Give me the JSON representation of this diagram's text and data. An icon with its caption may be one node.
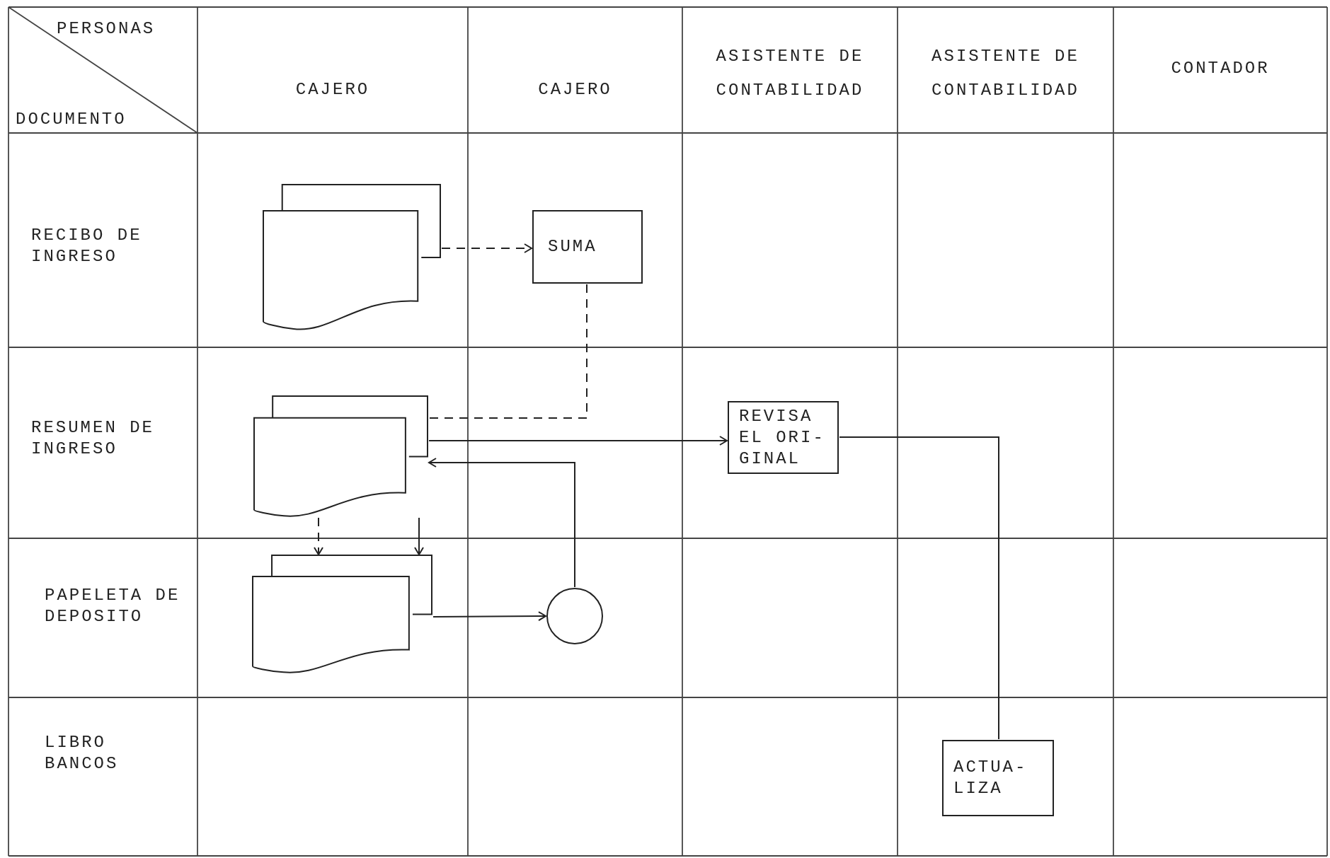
{
  "diagram": {
    "nodes": [
      {
        "text": [],
        "shape": "document"
      },
      {
        "text": [
          "SUMA"
        ]
      },
      {
        "text": [],
        "shape": "document"
      },
      {
        "text": [
          "REVISA EL ORI- GINAL"
        ]
      },
      {
        "text": [],
        "shape": "document"
      },
      {
        "text": [],
        "shape": "circle"
      },
      {
        "text": [
          "ACTUA- LIZA"
        ]
      }
    ],
    "edges": [
      {
        "from": 0,
        "to": 1,
        "arrow": "to",
        "style": "dashed"
      },
      {
        "from": 1,
        "to": 2,
        "arrow": "none",
        "style": "dashed"
      },
      {
        "from": 2,
        "to": 3,
        "arrow": "to"
      },
      {
        "from": 5,
        "to": 2,
        "arrow": "to"
      },
      {
        "from": 2,
        "to": 4,
        "arrow": "to",
        "style": "dashed"
      },
      {
        "from": 2,
        "to": 4,
        "arrow": "to"
      },
      {
        "from": 4,
        "to": 5,
        "arrow": "to"
      },
      {
        "from": 3,
        "to": 6,
        "arrow": "none"
      }
    ],
    "labels": [
      "PERSONAS",
      "DOCUMENTO",
      "CAJERO",
      "CAJERO",
      "ASISTENTE DE CONTABILIDAD",
      "ASISTENTE DE CONTABILIDAD",
      "CONTADOR",
      "RECIBO DE INGRESO",
      "RESUMEN DE INGRESO",
      "PAPELETA DE DEPOSITO",
      "LIBRO BANCOS"
    ]
  }
}
